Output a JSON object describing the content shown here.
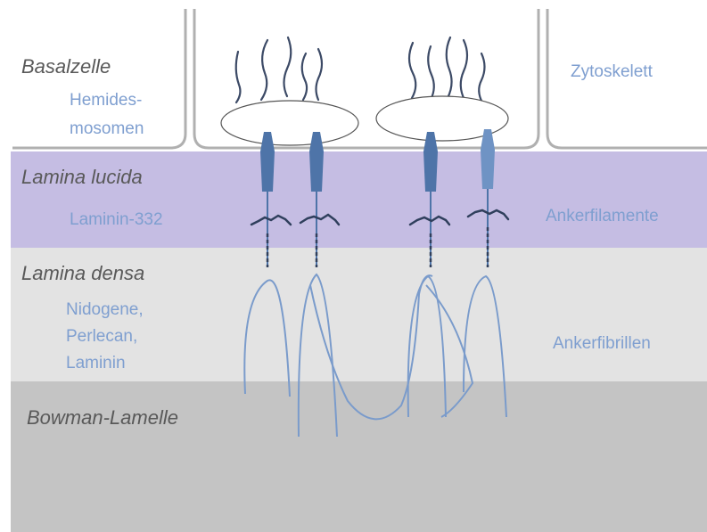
{
  "layers": {
    "basal": "Basalzelle",
    "lucida": "Lamina lucida",
    "densa": "Lamina densa",
    "bowman": "Bowman-Lamelle"
  },
  "components": {
    "hemides_line1": "Hemides-",
    "hemides_line2": "mosomen",
    "zytoskelett": "Zytoskelett",
    "laminin": "Laminin-332",
    "ankerfilamente": "Ankerfilamente",
    "nidogene": "Nidogene,",
    "perlecan": "Perlecan,",
    "laminin_plain": "Laminin",
    "ankerfibrillen": "Ankerfibrillen"
  },
  "colors": {
    "lucida_band": "#c5bde3",
    "densa_band": "#e3e3e3",
    "bowman_band": "#c4c4c4",
    "fibril": "#7a9bcb",
    "anchor": "#4e74a8",
    "filament_dark": "#2f3f5c",
    "cell_wall": "#b0b0b0",
    "cytoskeleton": "#3c4a66"
  }
}
